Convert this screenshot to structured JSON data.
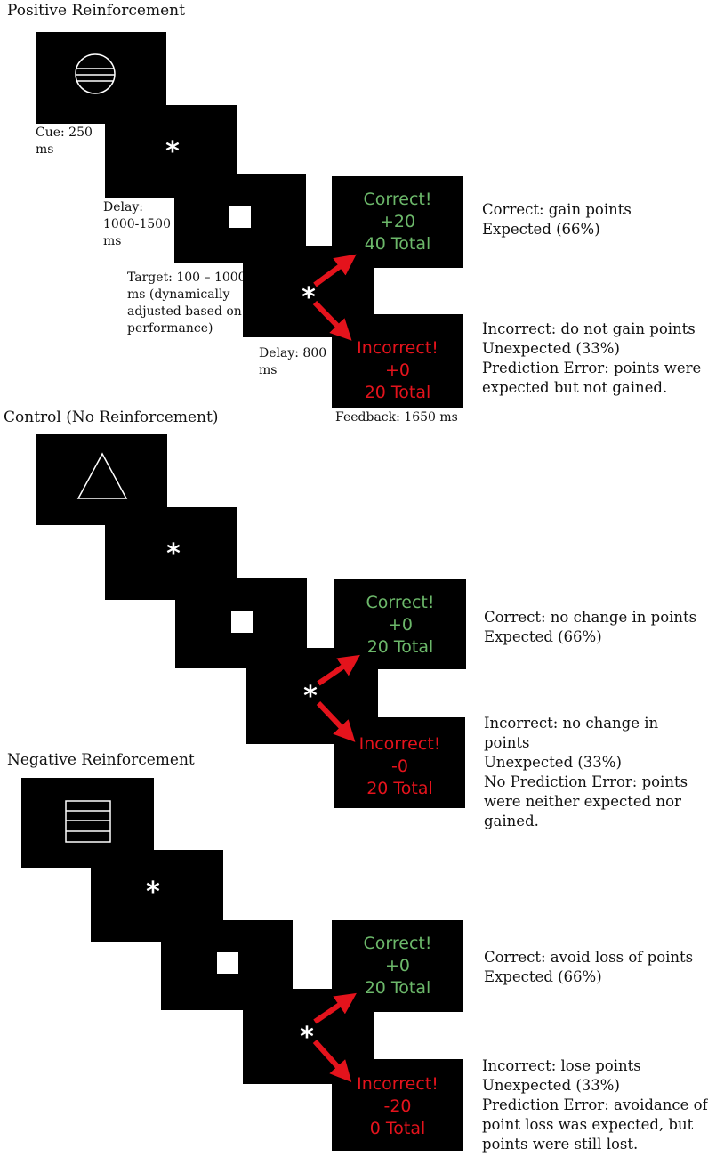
{
  "positive": {
    "title": "Positive Reinforcement",
    "cue_caption": "Cue: 250\nms",
    "delay_caption": "Delay:\n1000-1500\nms",
    "target_caption": "Target: 100 – 1000\nms (dynamically\nadjusted based on\nperformance)",
    "delay2_caption": "Delay: 800\nms",
    "feedback_caption": "Feedback: 1650 ms",
    "star": "*",
    "correct_fb": [
      "Correct!",
      "+20",
      "40 Total"
    ],
    "incorrect_fb": [
      "Incorrect!",
      "+0",
      "20 Total"
    ],
    "correct_text": "Correct: gain points\nExpected (66%)",
    "incorrect_text": "Incorrect: do not gain points\nUnexpected (33%)\nPrediction Error: points were\nexpected but not gained."
  },
  "control": {
    "title": "Control (No Reinforcement)",
    "star": "*",
    "correct_fb": [
      "Correct!",
      "+0",
      "20 Total"
    ],
    "incorrect_fb": [
      "Incorrect!",
      "-0",
      "20 Total"
    ],
    "correct_text": "Correct: no change in points\nExpected (66%)",
    "incorrect_text": "Incorrect: no change in points\nUnexpected (33%)\nNo Prediction Error: points\nwere neither expected nor\ngained."
  },
  "negative": {
    "title": "Negative Reinforcement",
    "star": "*",
    "correct_fb": [
      "Correct!",
      "+0",
      "20 Total"
    ],
    "incorrect_fb": [
      "Incorrect!",
      "-20",
      "0 Total"
    ],
    "correct_text": "Correct: avoid loss of points\nExpected (66%)",
    "incorrect_text": "Incorrect: lose points\nUnexpected (33%)\nPrediction Error: avoidance of\npoint loss was expected, but\npoints were still lost."
  },
  "colors": {
    "correct": "#6cb86a",
    "incorrect": "#e4131c",
    "arrow": "#e4131c"
  }
}
